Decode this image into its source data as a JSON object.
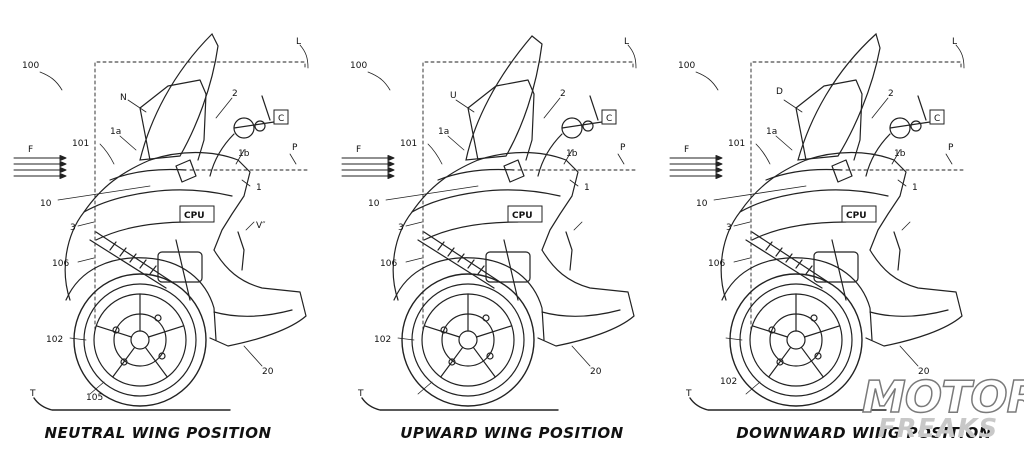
{
  "panels": [
    {
      "ref_100": "100",
      "ref_F": "F",
      "ref_101": "101",
      "ref_1a": "1a",
      "ref_wing": "N",
      "ref_2": "2",
      "ref_L": "L",
      "ref_C": "C",
      "ref_1b": "1b",
      "ref_P": "P",
      "ref_1": "1",
      "ref_10": "10",
      "ref_3": "3",
      "ref_cpu": "CPU",
      "ref_V": "V″",
      "ref_106": "106",
      "ref_102": "102",
      "ref_20": "20",
      "ref_T": "T",
      "ref_105": "105",
      "caption": "NEUTRAL WING POSITION"
    },
    {
      "ref_100": "100",
      "ref_F": "F",
      "ref_101": "101",
      "ref_1a": "1a",
      "ref_wing": "U",
      "ref_2": "2",
      "ref_L": "L",
      "ref_C": "C",
      "ref_1b": "1b",
      "ref_P": "P",
      "ref_1": "1",
      "ref_10": "10",
      "ref_3": "3",
      "ref_cpu": "CPU",
      "ref_106": "106",
      "ref_102": "102",
      "ref_20": "20",
      "ref_T": "T",
      "caption": "UPWARD WING POSITION"
    },
    {
      "ref_100": "100",
      "ref_F": "F",
      "ref_101": "101",
      "ref_1a": "1a",
      "ref_wing": "D",
      "ref_2": "2",
      "ref_L": "L",
      "ref_C": "C",
      "ref_1b": "1b",
      "ref_P": "P",
      "ref_1": "1",
      "ref_10": "10",
      "ref_3": "3",
      "ref_cpu": "CPU",
      "ref_106": "106",
      "ref_102": "102",
      "ref_20": "20",
      "ref_T": "T",
      "caption": "DOWNWARD WING POSITION"
    }
  ],
  "watermark": {
    "line1": "MOTOR",
    "line2": "FREAKS"
  }
}
